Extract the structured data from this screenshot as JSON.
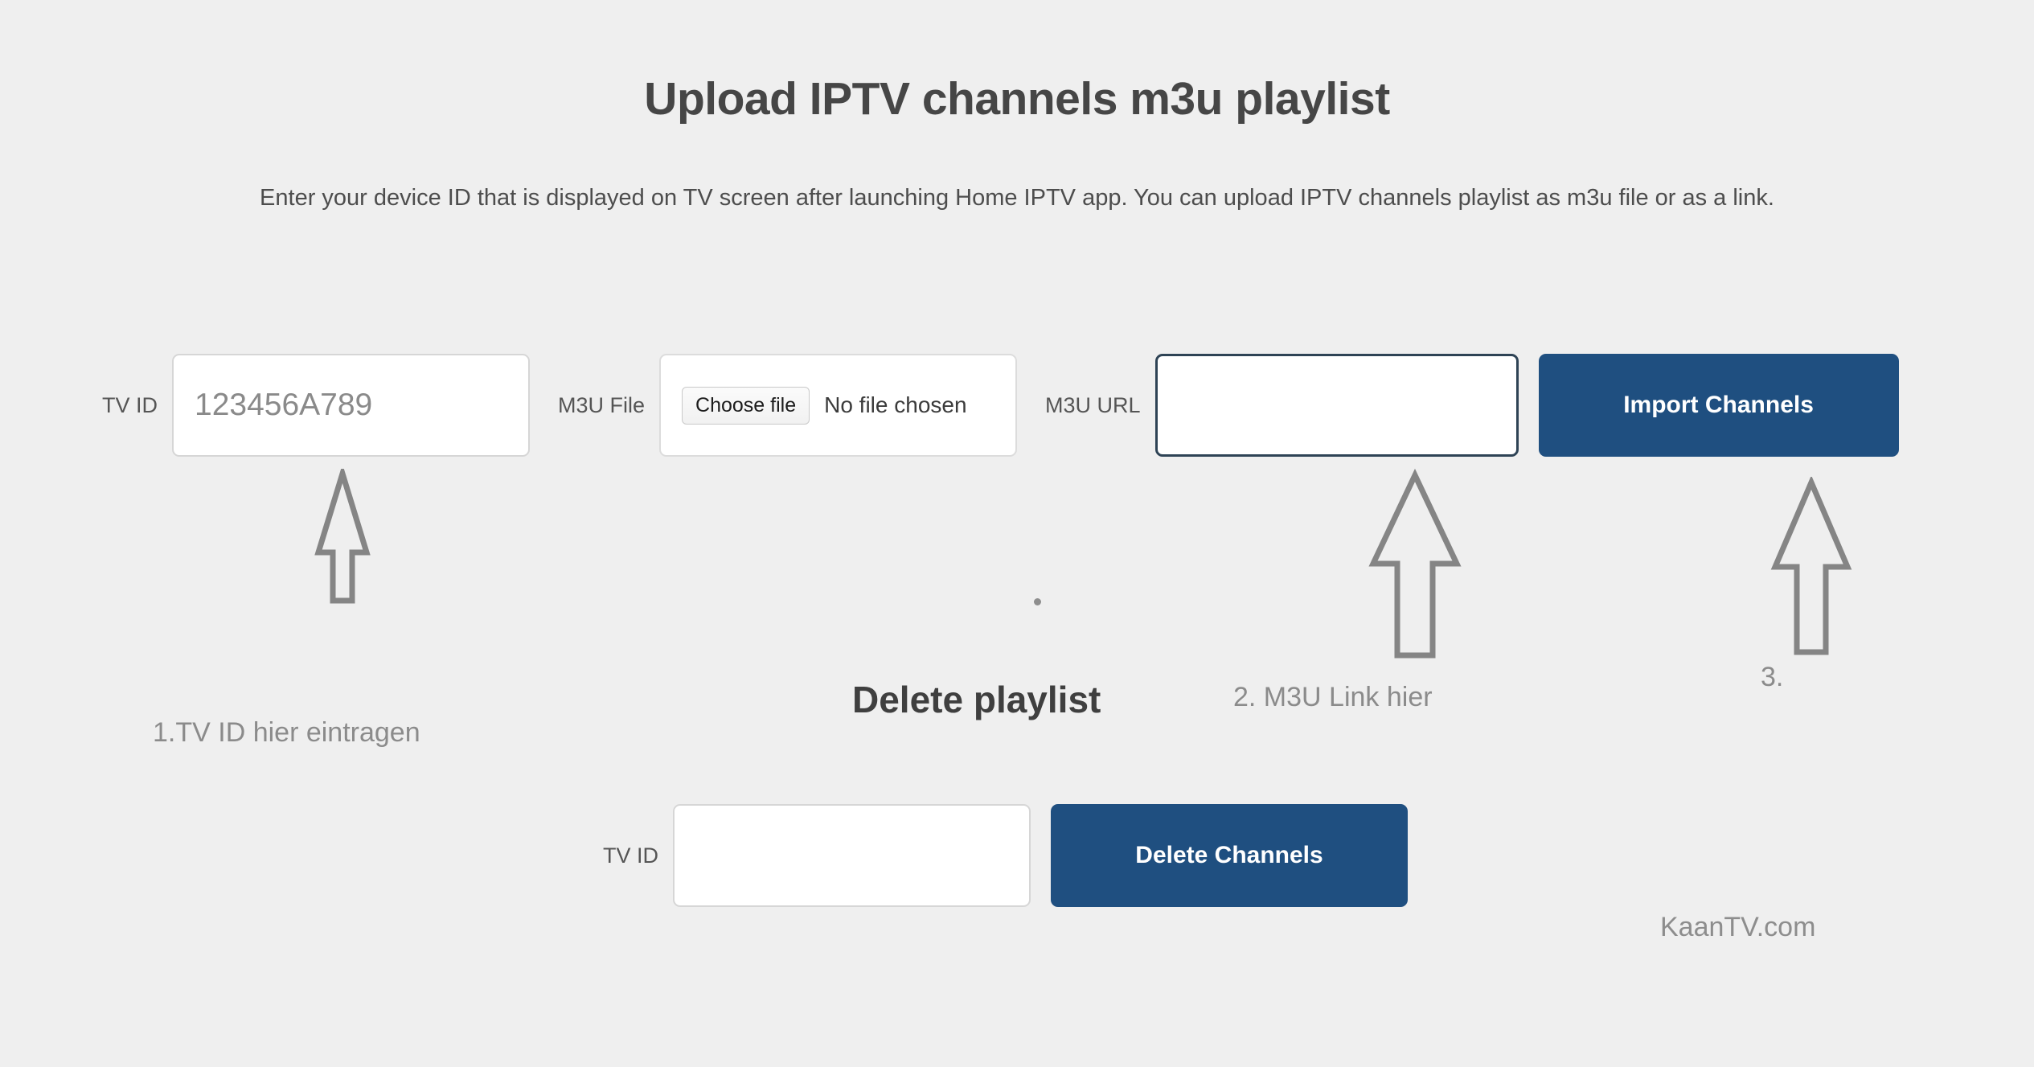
{
  "header": {
    "title": "Upload IPTV channels m3u playlist",
    "subtitle": "Enter your device ID that is displayed on TV screen after launching Home IPTV app. You can upload IPTV channels playlist as m3u file or as a link."
  },
  "upload_form": {
    "tv_id": {
      "label": "TV ID",
      "placeholder": "123456A789",
      "value": ""
    },
    "m3u_file": {
      "label": "M3U File",
      "choose_button": "Choose file",
      "status": "No file chosen"
    },
    "m3u_url": {
      "label": "M3U URL",
      "placeholder": "",
      "value": ""
    },
    "import_button": "Import Channels"
  },
  "annotations": {
    "step1": "1.TV ID hier eintragen",
    "step2": "2. M3U Link hier",
    "step3": "3."
  },
  "delete_section": {
    "heading": "Delete playlist",
    "tv_id": {
      "label": "TV ID",
      "placeholder": "",
      "value": ""
    },
    "delete_button": "Delete Channels"
  },
  "footer": {
    "site": "KaanTV.com"
  },
  "colors": {
    "background": "#efefef",
    "primary_button": "#1f4f80",
    "focused_border": "#2e4355",
    "annotation_text": "#8b8b8b",
    "arrow_stroke": "#858585"
  }
}
